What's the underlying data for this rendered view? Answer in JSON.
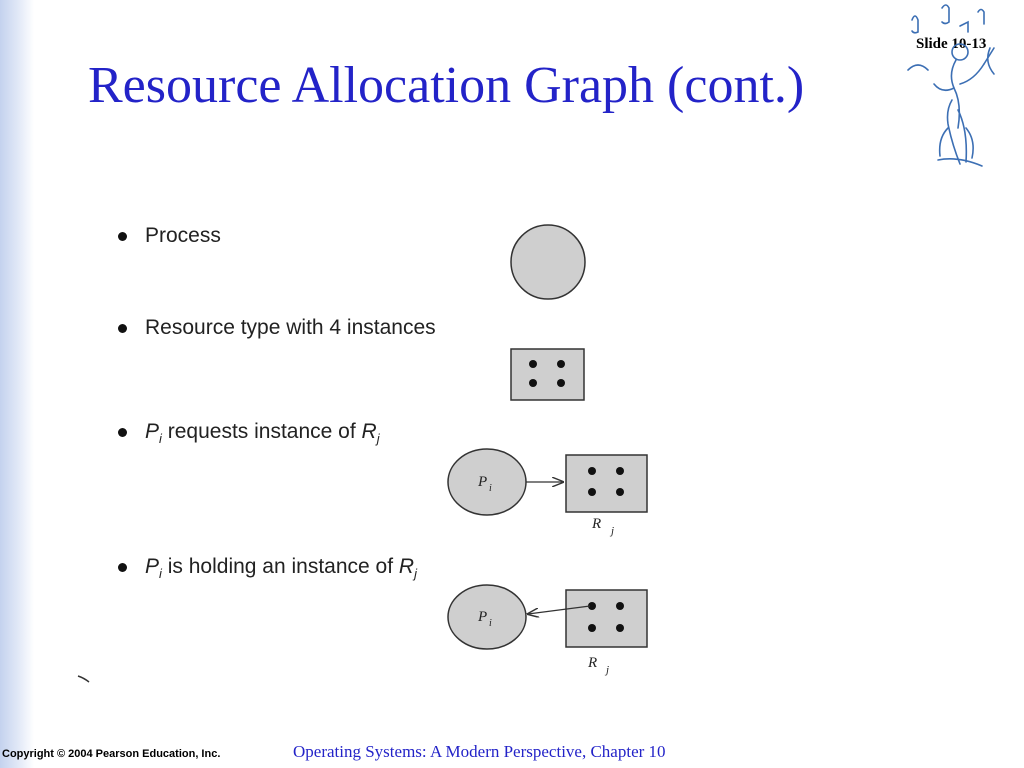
{
  "slide": {
    "number_label": "Slide 10-13",
    "title": "Resource Allocation Graph (cont.)"
  },
  "bullets": [
    {
      "text": "Process"
    },
    {
      "text": "Resource type with 4 instances"
    },
    {
      "p": "P",
      "p_sub": "i",
      "middle": " requests instance of ",
      "r": "R",
      "r_sub": "j"
    },
    {
      "p": "P",
      "p_sub": "i",
      "middle": " is holding an instance of ",
      "r": "R",
      "r_sub": "j"
    }
  ],
  "diagram_labels": {
    "process_label": "P",
    "process_sub": "i",
    "resource_label": "R",
    "resource_sub": "j"
  },
  "footer": {
    "copyright": "Copyright © 2004 Pearson Education, Inc.",
    "course": "Operating Systems: A Modern Perspective, Chapter 10"
  },
  "colors": {
    "title": "#2323c8",
    "shape_fill": "#cfcfcf",
    "sidebar": "#c4d2ee"
  }
}
